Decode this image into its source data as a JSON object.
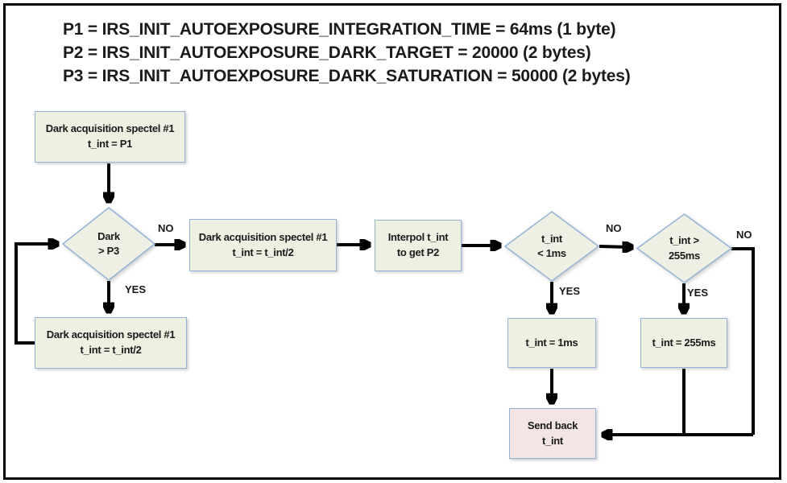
{
  "header": {
    "lines": [
      "P1 = IRS_INIT_AUTOEXPOSURE_INTEGRATION_TIME = 64ms (1 byte)",
      "P2 = IRS_INIT_AUTOEXPOSURE_DARK_TARGET = 20000 (2 bytes)",
      "P3 = IRS_INIT_AUTOEXPOSURE_DARK_SATURATION = 50000 (2 bytes)"
    ]
  },
  "nodes": {
    "start": {
      "label": "Dark acquisition spectel #1\nt_int = P1"
    },
    "dark_gt_p3": {
      "label": "Dark\n> P3"
    },
    "halve_mid": {
      "label": "Dark acquisition spectel #1\nt_int = t_int/2"
    },
    "halve_bottom": {
      "label": "Dark acquisition spectel #1\nt_int = t_int/2"
    },
    "interpolate": {
      "label": "Interpol t_int\nto get P2"
    },
    "lt_1ms": {
      "label": "t_int\n< 1ms"
    },
    "gt_255ms": {
      "label": "t_int  >\n255ms"
    },
    "clamp_min": {
      "label": "t_int = 1ms"
    },
    "clamp_max": {
      "label": "t_int = 255ms"
    },
    "send_back": {
      "label": "Send back\nt_int"
    }
  },
  "edge_labels": {
    "dark_no": "NO",
    "dark_yes": "YES",
    "lt1_no": "NO",
    "lt1_yes": "YES",
    "gt255_no": "NO",
    "gt255_yes": "YES"
  },
  "colors": {
    "process_fill": "#eef0e2",
    "decision_fill": "#edf0e2",
    "terminal_fill": "#f3e5e3",
    "shape_border": "#95b3d7",
    "connector": "#000000",
    "frame": "#000000"
  }
}
